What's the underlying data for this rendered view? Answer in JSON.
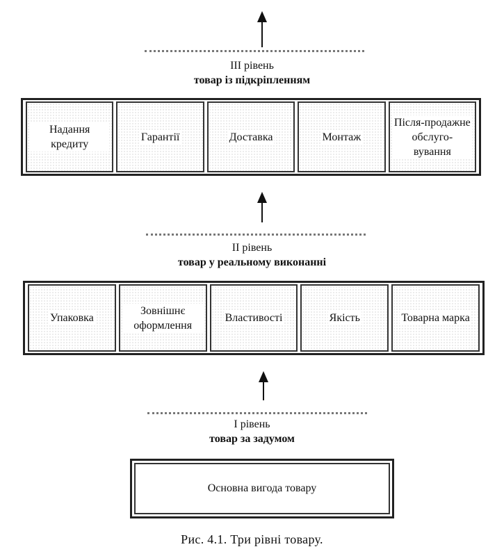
{
  "levels": [
    {
      "title": "III рівень",
      "subtitle": "товар із підкріпленням",
      "items": [
        "Надання кредиту",
        "Гарантії",
        "Доставка",
        "Монтаж",
        "Після-продажне обслуго-вування"
      ]
    },
    {
      "title": "II рівень",
      "subtitle": "товар у реальному виконанні",
      "items": [
        "Упаковка",
        "Зовнішнє оформлення",
        "Властивості",
        "Якість",
        "Товарна марка"
      ]
    },
    {
      "title": "I рівень",
      "subtitle": "товар за задумом",
      "items": [
        "Основна вигода товару"
      ]
    }
  ],
  "caption": "Рис. 4.1. Три рівні товару."
}
